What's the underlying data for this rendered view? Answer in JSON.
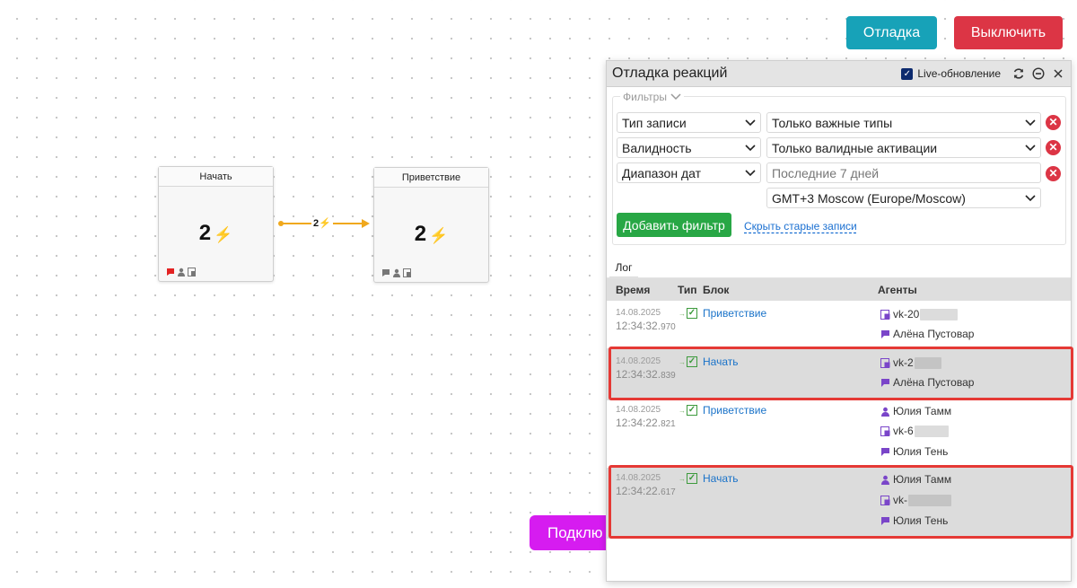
{
  "top_buttons": {
    "debug": "Отладка",
    "turn_off": "Выключить"
  },
  "connect_button": "Подклю",
  "nodes": [
    {
      "title": "Начать",
      "count": "2",
      "icons": [
        "chat-icon",
        "user-icon",
        "form-icon"
      ]
    },
    {
      "title": "Приветствие",
      "count": "2",
      "icons": [
        "chat-icon",
        "user-icon",
        "form-icon"
      ]
    }
  ],
  "edge": {
    "label": "2"
  },
  "panel": {
    "title": "Отладка реакций",
    "live_label": "Live-обновление",
    "live_checked": true,
    "filters_legend": "Фильтры",
    "filters": [
      {
        "field": "Тип записи",
        "value": "Только важные типы",
        "value_is_select": true
      },
      {
        "field": "Валидность",
        "value": "Только валидные активации",
        "value_is_select": true
      },
      {
        "field": "Диапазон дат",
        "value": "Последние 7 дней",
        "value_is_select": false
      }
    ],
    "timezone": "GMT+3 Moscow (Europe/Moscow)",
    "add_filter": "Добавить фильтр",
    "hide_old": "Скрыть старые записи",
    "tab": "Лог",
    "columns": {
      "time": "Время",
      "type": "Тип",
      "block": "Блок",
      "agents": "Агенты"
    },
    "rows": [
      {
        "date": "14.08.2025",
        "time": "12:34:32",
        "ms": "970",
        "block": "Приветствие",
        "highlighted": false,
        "agents": [
          {
            "icon": "form-icon",
            "text": "vk-20",
            "redacted": true
          },
          {
            "icon": "chat-icon",
            "text": "Алёна Пустовар",
            "redacted": false
          }
        ]
      },
      {
        "date": "14.08.2025",
        "time": "12:34:32",
        "ms": "839",
        "block": "Начать",
        "highlighted": true,
        "agents": [
          {
            "icon": "form-icon",
            "text": "vk-2",
            "redacted": true
          },
          {
            "icon": "chat-icon",
            "text": "Алёна Пустовар",
            "redacted": false
          }
        ]
      },
      {
        "date": "14.08.2025",
        "time": "12:34:22",
        "ms": "821",
        "block": "Приветствие",
        "highlighted": false,
        "agents": [
          {
            "icon": "user-icon",
            "text": "Юлия Тамм",
            "redacted": false
          },
          {
            "icon": "form-icon",
            "text": "vk-6",
            "redacted": true
          },
          {
            "icon": "chat-icon",
            "text": "Юлия Тень",
            "redacted": false
          }
        ]
      },
      {
        "date": "14.08.2025",
        "time": "12:34:22",
        "ms": "617",
        "block": "Начать",
        "highlighted": true,
        "agents": [
          {
            "icon": "user-icon",
            "text": "Юлия Тамм",
            "redacted": false
          },
          {
            "icon": "form-icon",
            "text": "vk-",
            "redacted": true
          },
          {
            "icon": "chat-icon",
            "text": "Юлия Тень",
            "redacted": false
          }
        ]
      }
    ]
  },
  "colors": {
    "debug": "#17a2b8",
    "turn_off": "#dc3545",
    "connect": "#d61cf0",
    "add_filter": "#28a745",
    "edge": "#f0a81c",
    "highlight_border": "#e53935",
    "agent_icon": "#7a45c9"
  }
}
